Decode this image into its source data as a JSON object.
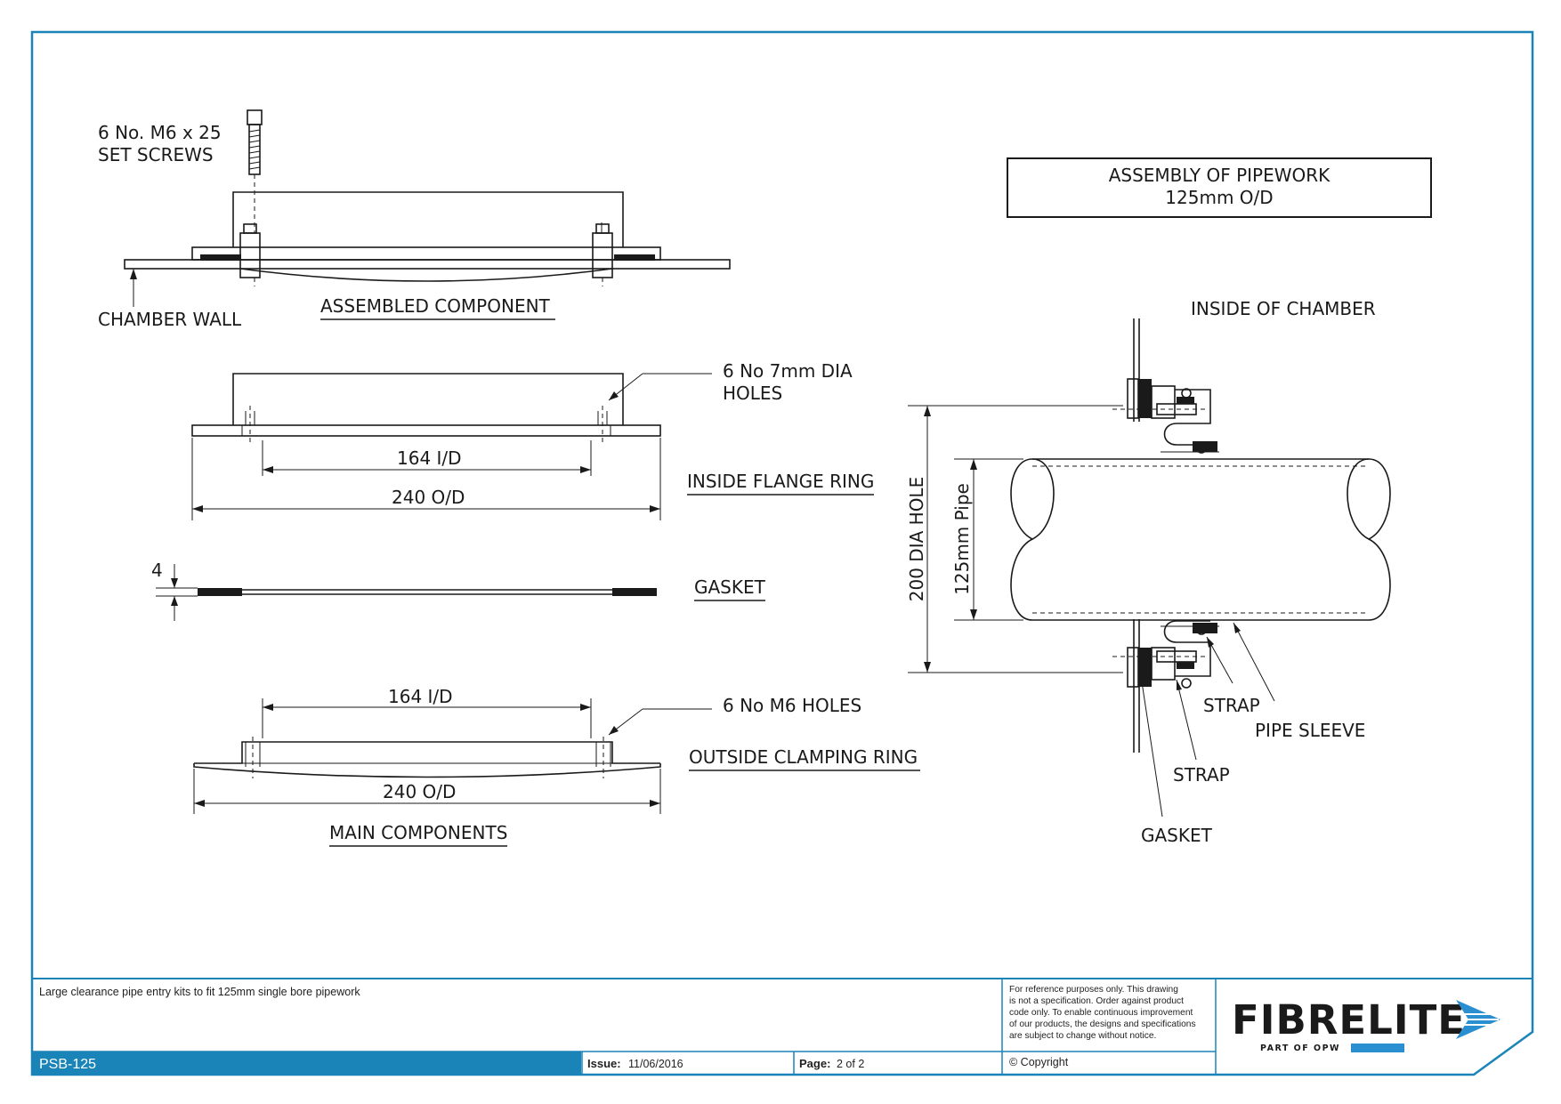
{
  "labels": {
    "set_screws_1": "6 No. M6 x 25",
    "set_screws_2": "SET SCREWS",
    "chamber_wall": "CHAMBER WALL",
    "assembled_component": "ASSEMBLED COMPONENT",
    "holes_7mm_1": "6 No 7mm DIA",
    "holes_7mm_2": "HOLES",
    "id_top": "164 I/D",
    "od_top": "240 O/D",
    "inside_flange_ring": "INSIDE FLANGE RING",
    "gasket_dim": "4",
    "gasket": "GASKET",
    "id_bottom": "164 I/D",
    "m6_holes": "6 No M6 HOLES",
    "outside_clamping_ring": "OUTSIDE CLAMPING RING",
    "od_bottom": "240 O/D",
    "main_components": "MAIN COMPONENTS",
    "assembly_title_1": "ASSEMBLY OF PIPEWORK",
    "assembly_title_2": "125mm O/D",
    "inside_of_chamber": "INSIDE OF CHAMBER",
    "dia_hole": "200 DIA HOLE",
    "pipe_dim": "125mm Pipe",
    "strap_1": "STRAP",
    "pipe_sleeve": "PIPE SLEEVE",
    "strap_2": "STRAP",
    "gasket_assembly": "GASKET"
  },
  "title_block": {
    "description": "Large clearance pipe entry kits to fit 125mm single bore pipework",
    "disclaimer": [
      "For reference purposes only. This drawing",
      "is not a specification. Order against product",
      "code only.  To enable continuous improvement",
      "of our products, the designs and specifications",
      "are subject to change without notice."
    ],
    "code": "PSB-125",
    "issue_label": "Issue:",
    "issue_value": "11/06/2016",
    "page_label": "Page:",
    "page_value": "2 of 2",
    "copyright": "© Copyright",
    "brand": "FIBRELITE",
    "brand_tagline": "PART OF OPW"
  },
  "colors": {
    "frame": "#1a84b8",
    "code_bar": "#1a84b8",
    "logo_blue": "#2a8fd0"
  }
}
